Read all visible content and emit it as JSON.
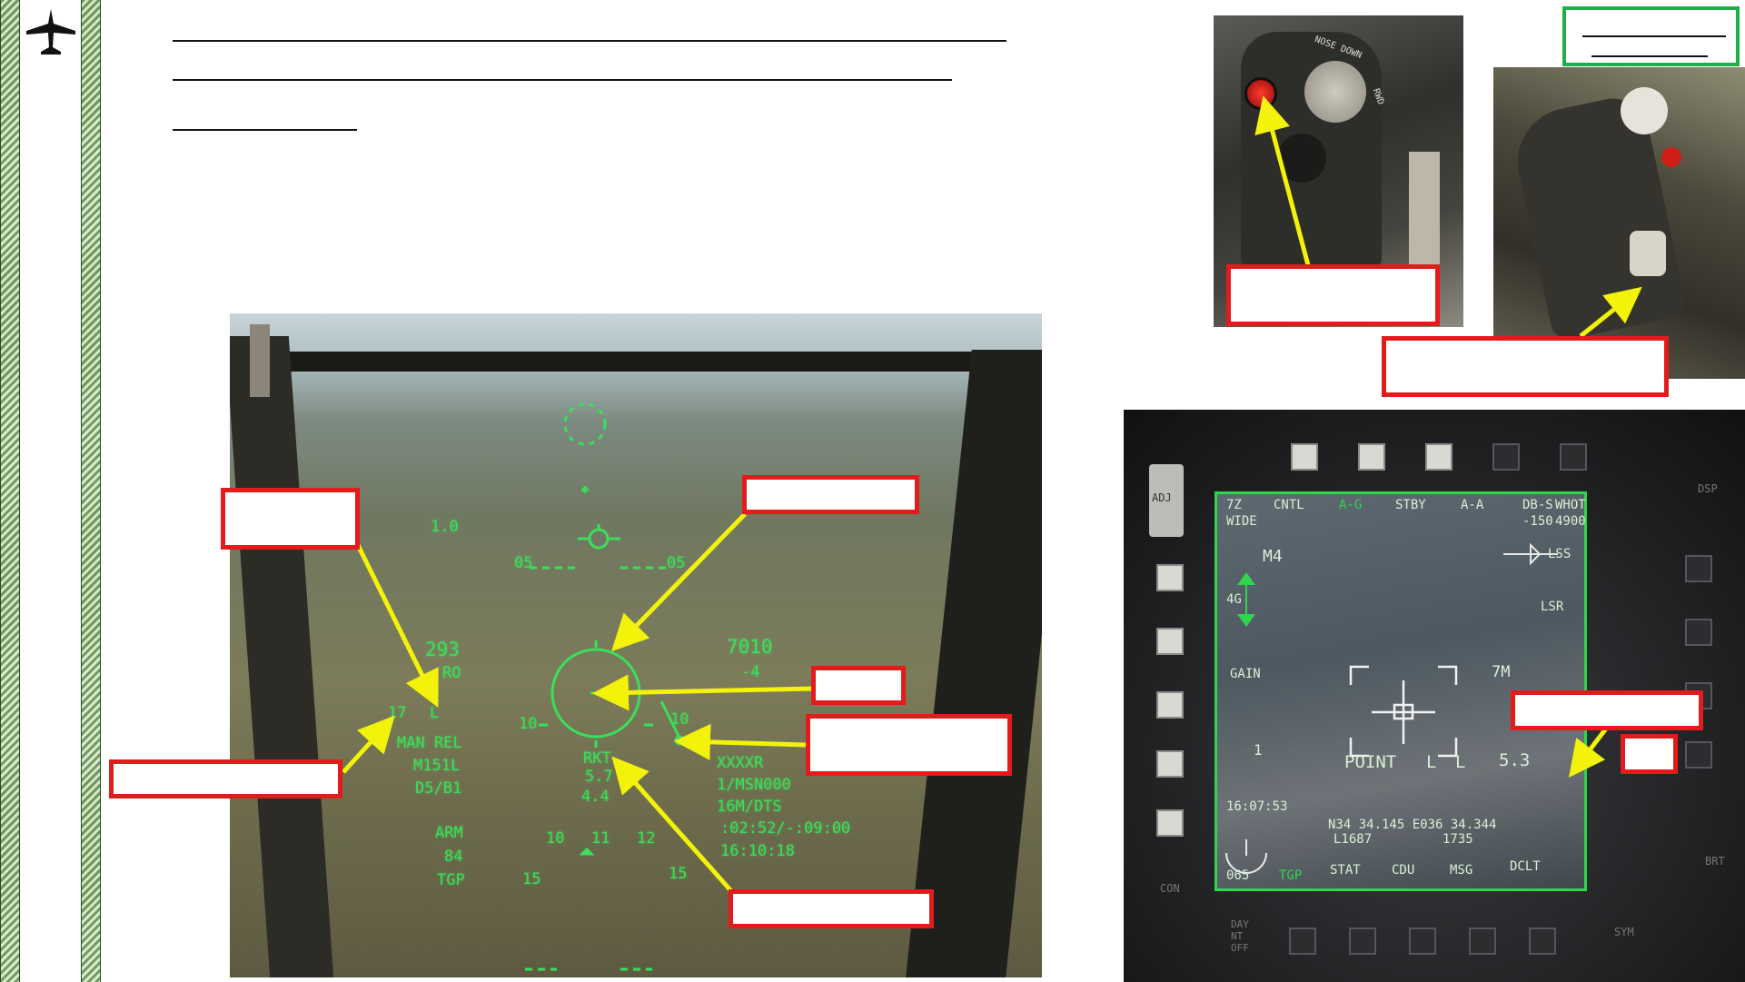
{
  "hud": {
    "speed": "293",
    "speed_mode": "RO",
    "altitude": "7010",
    "vvi": "-4",
    "g_load": "1.0",
    "pitch_05_left": "05",
    "pitch_05_right": "05",
    "pitch_10_left": "10",
    "pitch_10_right": "10",
    "pitch_15_left": "15",
    "pitch_15_right": "15",
    "station_number": "17",
    "station_side": "L",
    "release_mode": "MAN REL",
    "weapon": "M151L",
    "weapon_setup": "D5/B1",
    "weapon_mode": "RKT",
    "range_value": "5.7",
    "range_value_2": "4.4",
    "arm_label": "ARM",
    "ammo_count": "84",
    "sensor": "TGP",
    "steerpoint_name": "XXXXR",
    "steerpoint_msn": "1/MSN000",
    "steerpoint_dist": "16M/DTS",
    "time_to_go": ":02:52/-:09:00",
    "clock": "16:10:18",
    "heading_10": "10",
    "heading_11": "11",
    "heading_12": "12"
  },
  "mfcd": {
    "top_labels": [
      "7Z",
      "CNTL",
      "A-G",
      "STBY",
      "A-A",
      "DB-S",
      "WHOT"
    ],
    "db_s_value": "-150",
    "whot_value": "4900",
    "wide": "WIDE",
    "mode_m4": "M4",
    "gain_value": "4G",
    "gain_label": "GAIN",
    "range_label": "7M",
    "level_value": "1",
    "point_label": "POINT",
    "left_l1": "L",
    "left_l2": "L",
    "distance": "5.3",
    "clock": "16:07:53",
    "coords": "N34 34.145 E036 34.344",
    "coord_l": "L1687",
    "elev": "1735",
    "heading": "065",
    "bottom_labels": [
      "TGP",
      "STAT",
      "CDU",
      "MSG",
      "DCLT"
    ],
    "lss": "LSS",
    "lsr": "LSR",
    "adj": "ADJ",
    "dsp": "DSP",
    "brt": "BRT",
    "con": "CON",
    "day_nt_off": "DAY NT OFF",
    "sym": "SYM"
  },
  "stick": {
    "nose_down": "NOSE DOWN",
    "rwd": "RWD"
  },
  "colors": {
    "hud_green": "#39e05a",
    "callout_red": "#e41b1b",
    "arrow_yellow": "#f2f20a",
    "callout_green": "#1fae4a"
  }
}
